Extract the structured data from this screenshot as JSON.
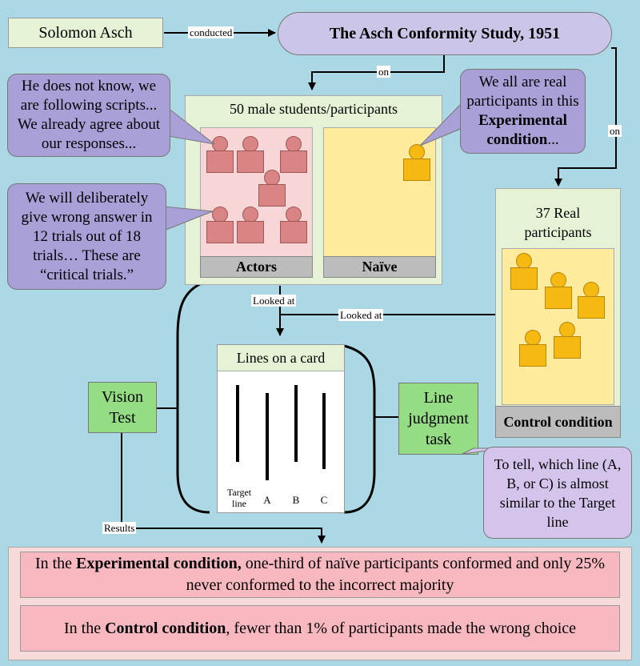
{
  "colors": {
    "background": "#acd8e6",
    "green_box": "#94dd84",
    "lavender": "#cbc6e8",
    "bubble_purple": "#a9a0d8",
    "actors_fill": "#f6d6d6",
    "naive_fill": "#feeb9e",
    "label_gray": "#bcbcbc",
    "results_pink": "#f8b8c0",
    "frame_green": "#e6f2d6"
  },
  "nodes": {
    "solomon": "Solomon Asch",
    "study_title": "The Asch Conformity Study, 1951",
    "participants_title": "50 male students/participants",
    "actors_label": "Actors",
    "naive_label": "Naïve",
    "control_title": "37 Real participants",
    "control_label": "Control condition",
    "card_title": "Lines on a card",
    "vision_test": "Vision Test",
    "line_judgment": "Line judgment task"
  },
  "card_labels": {
    "target": "Target line",
    "a": "A",
    "b": "B",
    "c": "C"
  },
  "bubbles": {
    "scripts": "He does not know, we are following scripts... We already agree about our responses...",
    "wrong_answer": "We will deliberately give wrong answer in 12 trials out of 18 trials… These are “critical trials.”",
    "real_participants_pre": "We all are real participants in this",
    "real_participants_bold": "Experimental condition",
    "real_participants_post": "...",
    "to_tell": "To tell, which line (A, B, or C) is almost similar to the Target line"
  },
  "edges": {
    "conducted": "conducted",
    "on_left": "on",
    "on_right": "on",
    "looked_at_left": "Looked at",
    "looked_at_right": "Looked at",
    "results": "Results"
  },
  "results": {
    "r1_prefix": "In the",
    "r1_bold": "Experimental condition,",
    "r1_rest": "one-third of naïve participants conformed and only 25% never conformed to the incorrect majority",
    "r2_prefix": "In the",
    "r2_bold": "Control condition",
    "r2_rest": ", fewer than 1% of participants made the wrong choice"
  }
}
